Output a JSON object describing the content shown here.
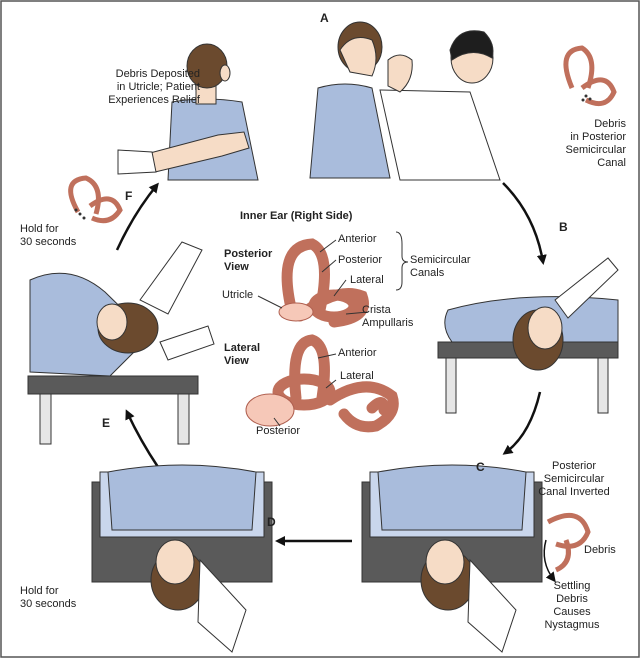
{
  "steps": {
    "a": "A",
    "b": "B",
    "c": "C",
    "d": "D",
    "e": "E",
    "f": "F"
  },
  "labels": {
    "debris_utricle": "Debris Deposited\nin Utricle; Patient\nExperiences Relief",
    "debris_posterior": "Debris\nin Posterior\nSemicircular\nCanal",
    "hold_f": "Hold for\n30 seconds",
    "hold_d": "Hold for\n30 seconds",
    "canal_inverted": "Posterior\nSemicircular\nCanal Inverted",
    "debris_c": "Debris",
    "settling": "Settling\nDebris\nCauses\nNystagmus"
  },
  "inner_ear": {
    "title": "Inner Ear (Right Side)",
    "posterior_view": "Posterior\nView",
    "lateral_view": "Lateral\nView",
    "anterior_1": "Anterior",
    "posterior_1": "Posterior",
    "lateral_1": "Lateral",
    "semicircular": "Semicircular\nCanals",
    "utricle": "Utricle",
    "crista": "Crista\nAmpullaris",
    "anterior_2": "Anterior",
    "lateral_2": "Lateral",
    "posterior_2": "Posterior"
  },
  "colors": {
    "shirt": "#a9bcdc",
    "shirt_dark": "#6f86b3",
    "skin": "#f6dcc6",
    "ear": "#f0b9a6",
    "hair_brown": "#6b4a2e",
    "hair_black": "#1e1e1e",
    "table_top": "#5a5a5a",
    "table_leg": "#e6e6e6"
  }
}
